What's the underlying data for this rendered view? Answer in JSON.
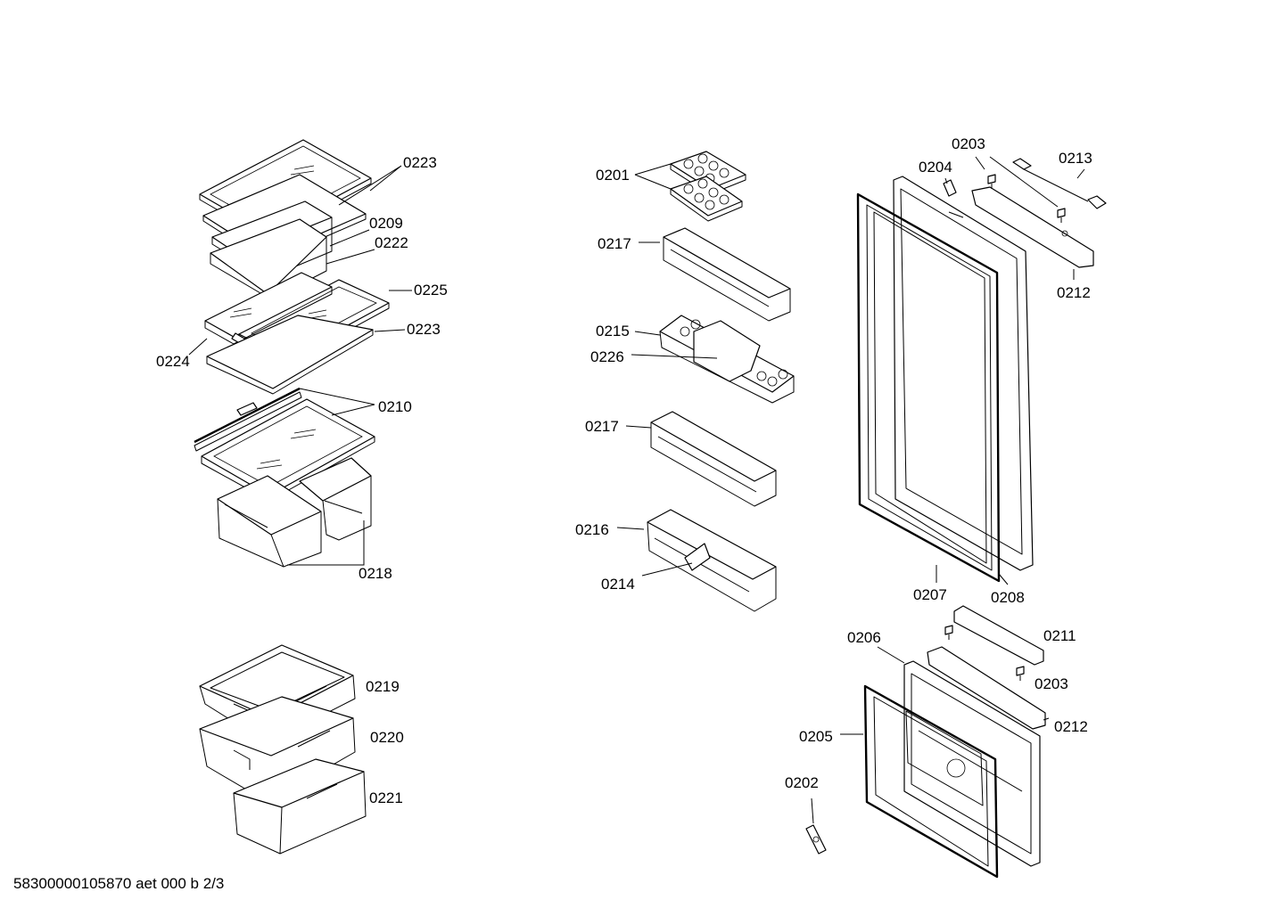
{
  "labels": {
    "p0201": "0201",
    "p0202": "0202",
    "p0203a": "0203",
    "p0203b": "0203",
    "p0204": "0204",
    "p0205": "0205",
    "p0206": "0206",
    "p0207": "0207",
    "p0208": "0208",
    "p0209": "0209",
    "p0210": "0210",
    "p0211": "0211",
    "p0212a": "0212",
    "p0212b": "0212",
    "p0213": "0213",
    "p0214": "0214",
    "p0215": "0215",
    "p0216": "0216",
    "p0217a": "0217",
    "p0217b": "0217",
    "p0218": "0218",
    "p0219": "0219",
    "p0220": "0220",
    "p0221": "0221",
    "p0222": "0222",
    "p0223a": "0223",
    "p0223b": "0223",
    "p0224": "0224",
    "p0225": "0225",
    "p0226": "0226"
  },
  "footer": "58300000105870 aet 000 b 2/3"
}
